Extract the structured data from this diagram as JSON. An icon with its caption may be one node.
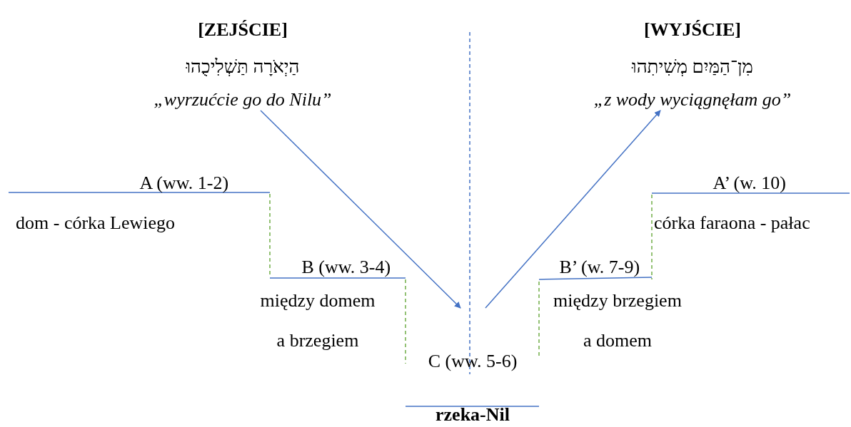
{
  "diagram": {
    "nodes": [
      {
        "text": [
          "[ZEJŚCIE]",
          "הַיְאֹרָה תַּשְׁלִיכֻהוּ",
          "„wyrzućcie go do Nilu”"
        ]
      },
      {
        "text": [
          "[WYJŚCIE]",
          "מִן־הַמַּיִם מְשִׁיתִהוּ",
          "„z wody wyciągnęłam go”"
        ]
      },
      {
        "text": [
          "C (ww. 5-6)",
          "rzeka-Nil"
        ]
      }
    ],
    "edges": [
      {
        "from": 0,
        "to": 2,
        "arrow": "to"
      },
      {
        "from": 2,
        "to": 1,
        "arrow": "to"
      }
    ],
    "labels": [
      "A (ww. 1-2)",
      "A’ (w. 10)",
      "dom - córka Lewiego",
      "córka faraona - pałac",
      "B (ww. 3-4)",
      "B’ (w. 7-9)",
      "między domem a brzegiem",
      "między brzegiem a domem"
    ]
  }
}
